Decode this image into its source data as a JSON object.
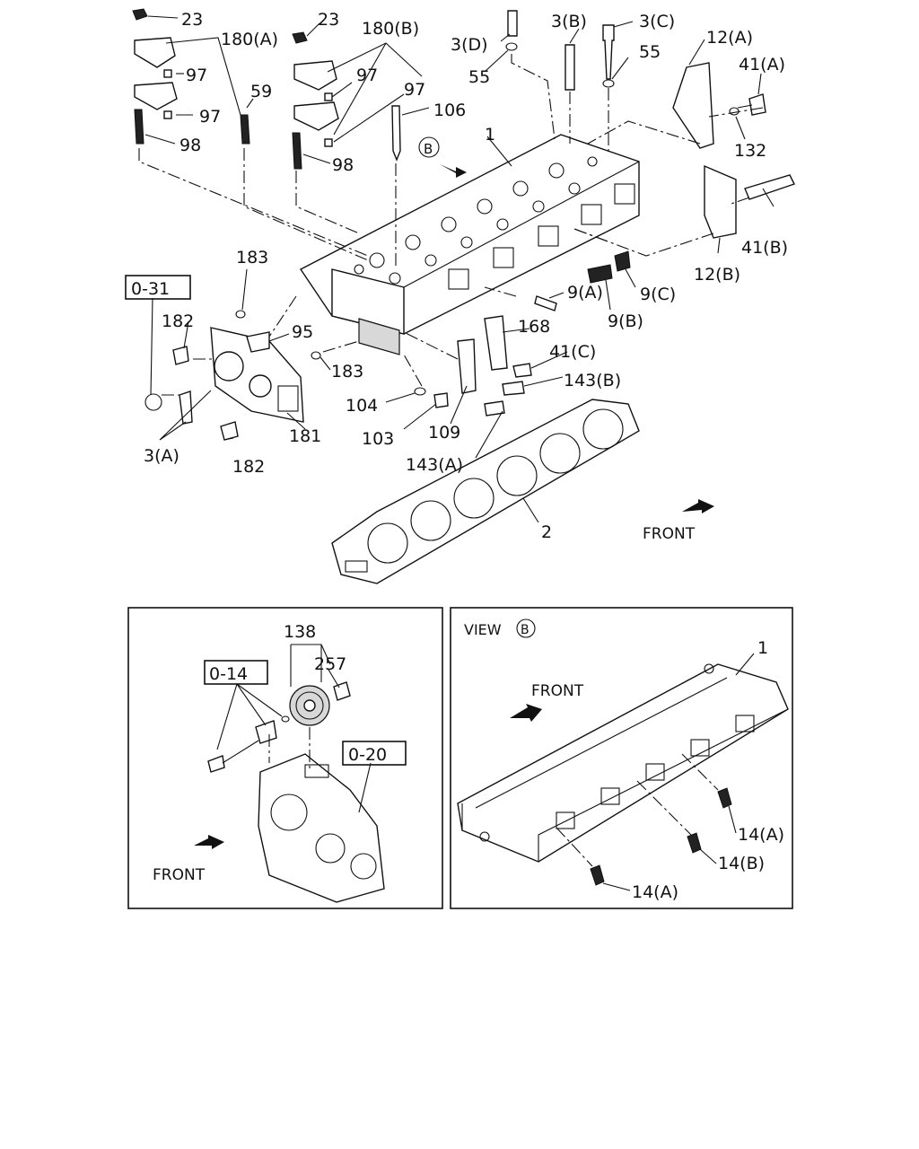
{
  "labels": {
    "l23a": "23",
    "l180a": "180(A)",
    "l97a": "97",
    "l97b": "97",
    "l98a": "98",
    "l59": "59",
    "l23b": "23",
    "l180b": "180(B)",
    "l97c": "97",
    "l97d": "97",
    "l98b": "98",
    "l106": "106",
    "l3d": "3(D)",
    "l55a": "55",
    "l3b": "3(B)",
    "l3c": "3(C)",
    "l55b": "55",
    "l12a": "12(A)",
    "l41a": "41(A)",
    "l132": "132",
    "l1": "1",
    "l41b": "41(B)",
    "l12b": "12(B)",
    "l9c": "9(C)",
    "l9a": "9(A)",
    "l9b": "9(B)",
    "l183a": "183",
    "l031": "0-31",
    "l182a": "182",
    "l95": "95",
    "l183b": "183",
    "l168": "168",
    "l41c": "41(C)",
    "l143b": "143(B)",
    "l104": "104",
    "l103": "103",
    "l109": "109",
    "l143a": "143(A)",
    "l3a": "3(A)",
    "l181": "181",
    "l182b": "182",
    "l2": "2",
    "front1": "FRONT",
    "l138": "138",
    "l257": "257",
    "l014": "0-14",
    "l020": "0-20",
    "front2": "FRONT",
    "view_title": "VIEW",
    "viewB_letter": "B",
    "callout_b_letter": "B",
    "front3": "FRONT",
    "l1v": "1",
    "l14a1": "14(A)",
    "l14b": "14(B)",
    "l14a2": "14(A)"
  }
}
